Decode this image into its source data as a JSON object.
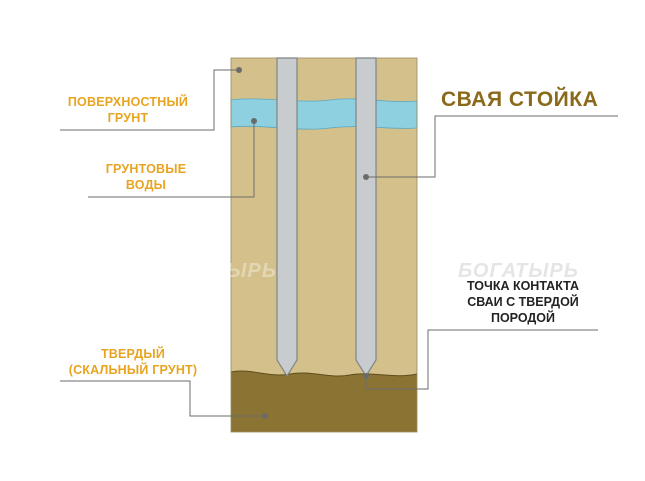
{
  "diagram": {
    "title": "СВАЯ СТОЙКА",
    "labels": {
      "surface_soil": [
        "ПОВЕРХНОСТНЫЙ",
        "ГРУНТ"
      ],
      "groundwater": [
        "ГРУНТОВЫЕ",
        "ВОДЫ"
      ],
      "hard_soil": [
        "ТВЕРДЫЙ",
        "(СКАЛЬНЫЙ ГРУНТ)"
      ],
      "contact_point": [
        "ТОЧКА КОНТАКТА",
        "СВАИ С ТВЕРДОЙ",
        "ПОРОДОЙ"
      ]
    },
    "watermark": "БОГАТЫРЬ",
    "colors": {
      "soil": "#d4c08a",
      "water": "#8ecfe0",
      "rock": "#8b7433",
      "pile": "#c9ccce",
      "label": "#e8a420",
      "title": "#8a6a1a",
      "leader": "#6b6b6b"
    }
  }
}
